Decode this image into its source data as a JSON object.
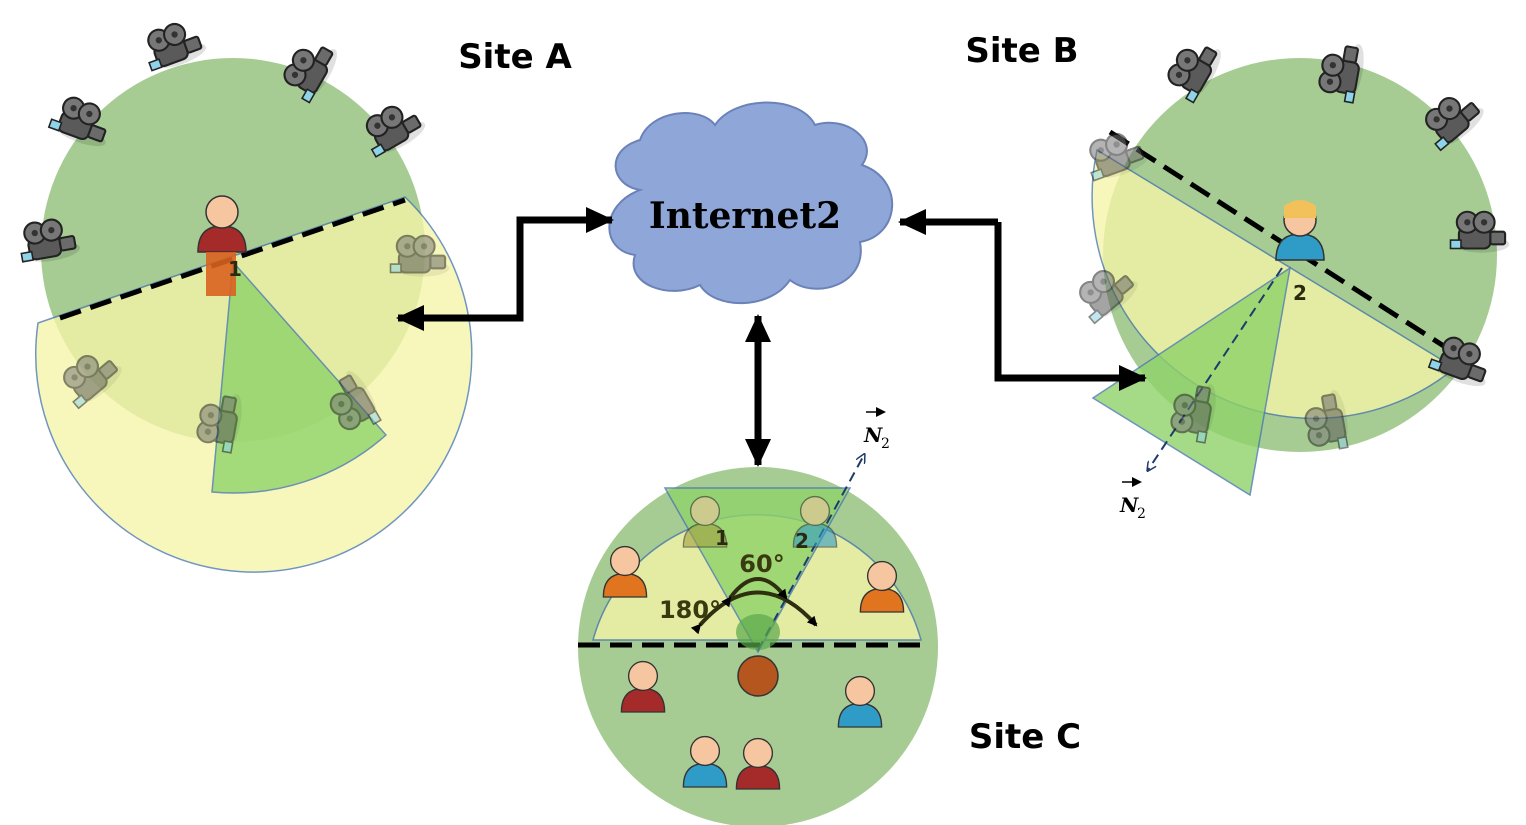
{
  "sites": {
    "a": {
      "label": "Site A"
    },
    "b": {
      "label": "Site B"
    },
    "c": {
      "label": "Site C"
    }
  },
  "cloud": {
    "label": "Internet2"
  },
  "angles": {
    "narrow": "60°",
    "wide": "180°"
  },
  "participants": {
    "one": "1",
    "two": "2"
  },
  "vector": {
    "symbol": "N",
    "subscript": "2"
  },
  "colors": {
    "room_green": "#a6cc94",
    "view_yellow": "#f6f6a8",
    "view_green": "#8fd36a",
    "cloud_blue": "#8fa6d8",
    "arrow": "#000000",
    "dashed_vector": "#1f3a6b"
  }
}
